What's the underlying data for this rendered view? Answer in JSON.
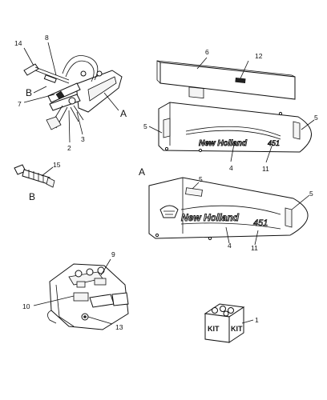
{
  "callouts": {
    "c1": "1",
    "c2": "2",
    "c3": "3",
    "c4_upper": "4",
    "c4_lower": "4",
    "c5_upper_left": "5",
    "c5_upper_right": "5",
    "c5_lower_top": "5",
    "c5_lower_right": "5",
    "c6": "6",
    "c7": "7",
    "c8": "8",
    "c9": "9",
    "c10": "10",
    "c11_upper": "11",
    "c11_lower": "11",
    "c12": "12",
    "c13": "13",
    "c14": "14",
    "c15": "15"
  },
  "view_labels": {
    "a_main": "A",
    "a_detail": "A",
    "b_main": "B",
    "b_detail": "B"
  },
  "decal_text": {
    "brand_upper": "New Holland",
    "model_upper": "451",
    "brand_lower": "New Holland",
    "model_lower": "451"
  },
  "kit_text": {
    "kit_left": "KIT",
    "kit_right": "KIT"
  }
}
